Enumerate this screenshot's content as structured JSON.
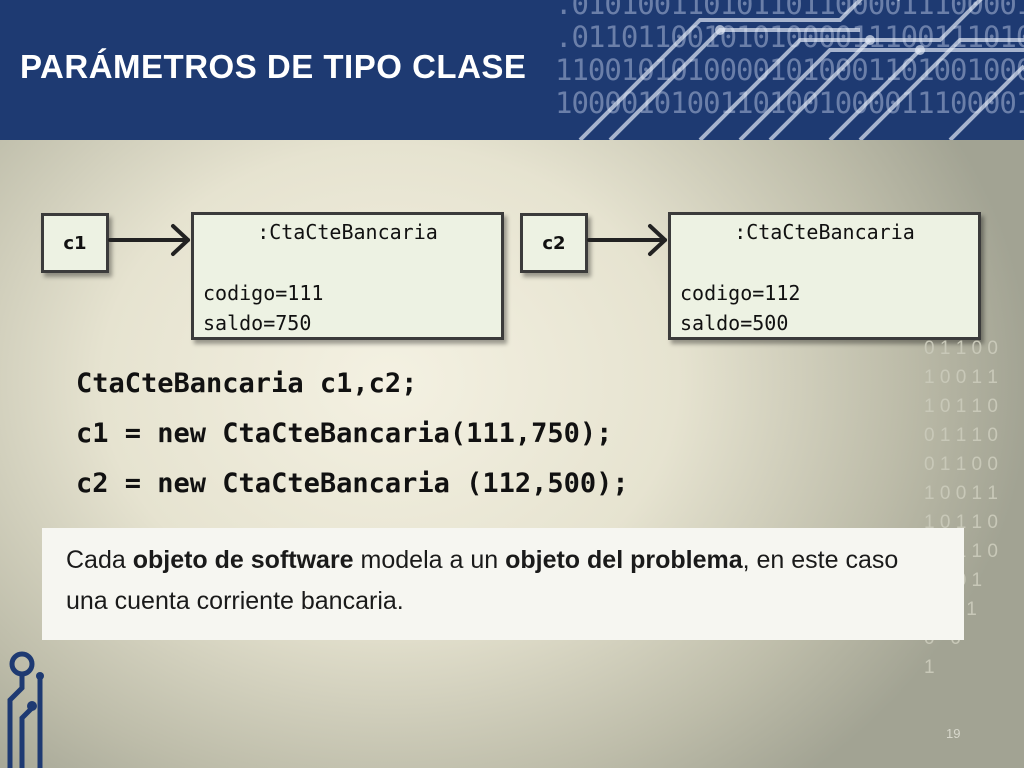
{
  "slide": {
    "title": "PARÁMETROS DE TIPO CLASE",
    "page_number": "19"
  },
  "diagram": {
    "refs": [
      {
        "label": "c1"
      },
      {
        "label": "c2"
      }
    ],
    "objects": [
      {
        "class_label": ":CtaCteBancaria",
        "codigo": "codigo=111",
        "saldo": "saldo=750"
      },
      {
        "class_label": ":CtaCteBancaria",
        "codigo": "codigo=112",
        "saldo": "saldo=500"
      }
    ]
  },
  "code": {
    "lines": [
      "CtaCteBancaria c1,c2;",
      "c1 = new CtaCteBancaria(111,750);",
      "c2 = new CtaCteBancaria (112,500);"
    ]
  },
  "callout": {
    "text_1": "Cada ",
    "bold_1": "objeto de software",
    "text_2": " modela a un ",
    "bold_2": "objeto del problema",
    "text_3": ", en este caso una cuenta corriente bancaria."
  },
  "decoration": {
    "header_binary": ".01010011010110110000111000011\n.011011001010100001110011101001\n11001010100001010001101001000\n10000101001101001000011100001",
    "side_binary": "0 1 1 0 0\n1 0 0 1 1\n1 0 1 1 0\n0 1 1 1 0\n0 1 1 0 0\n1 0 0 1 1\n1 0 1 1 0\n0 1 1 1 0\n1 0 0 1\n1   1 1\n0   0\n1",
    "colors": {
      "header": "#1e3a72",
      "box_fill": "#edf2e3",
      "logo": "#1e3a72"
    }
  }
}
